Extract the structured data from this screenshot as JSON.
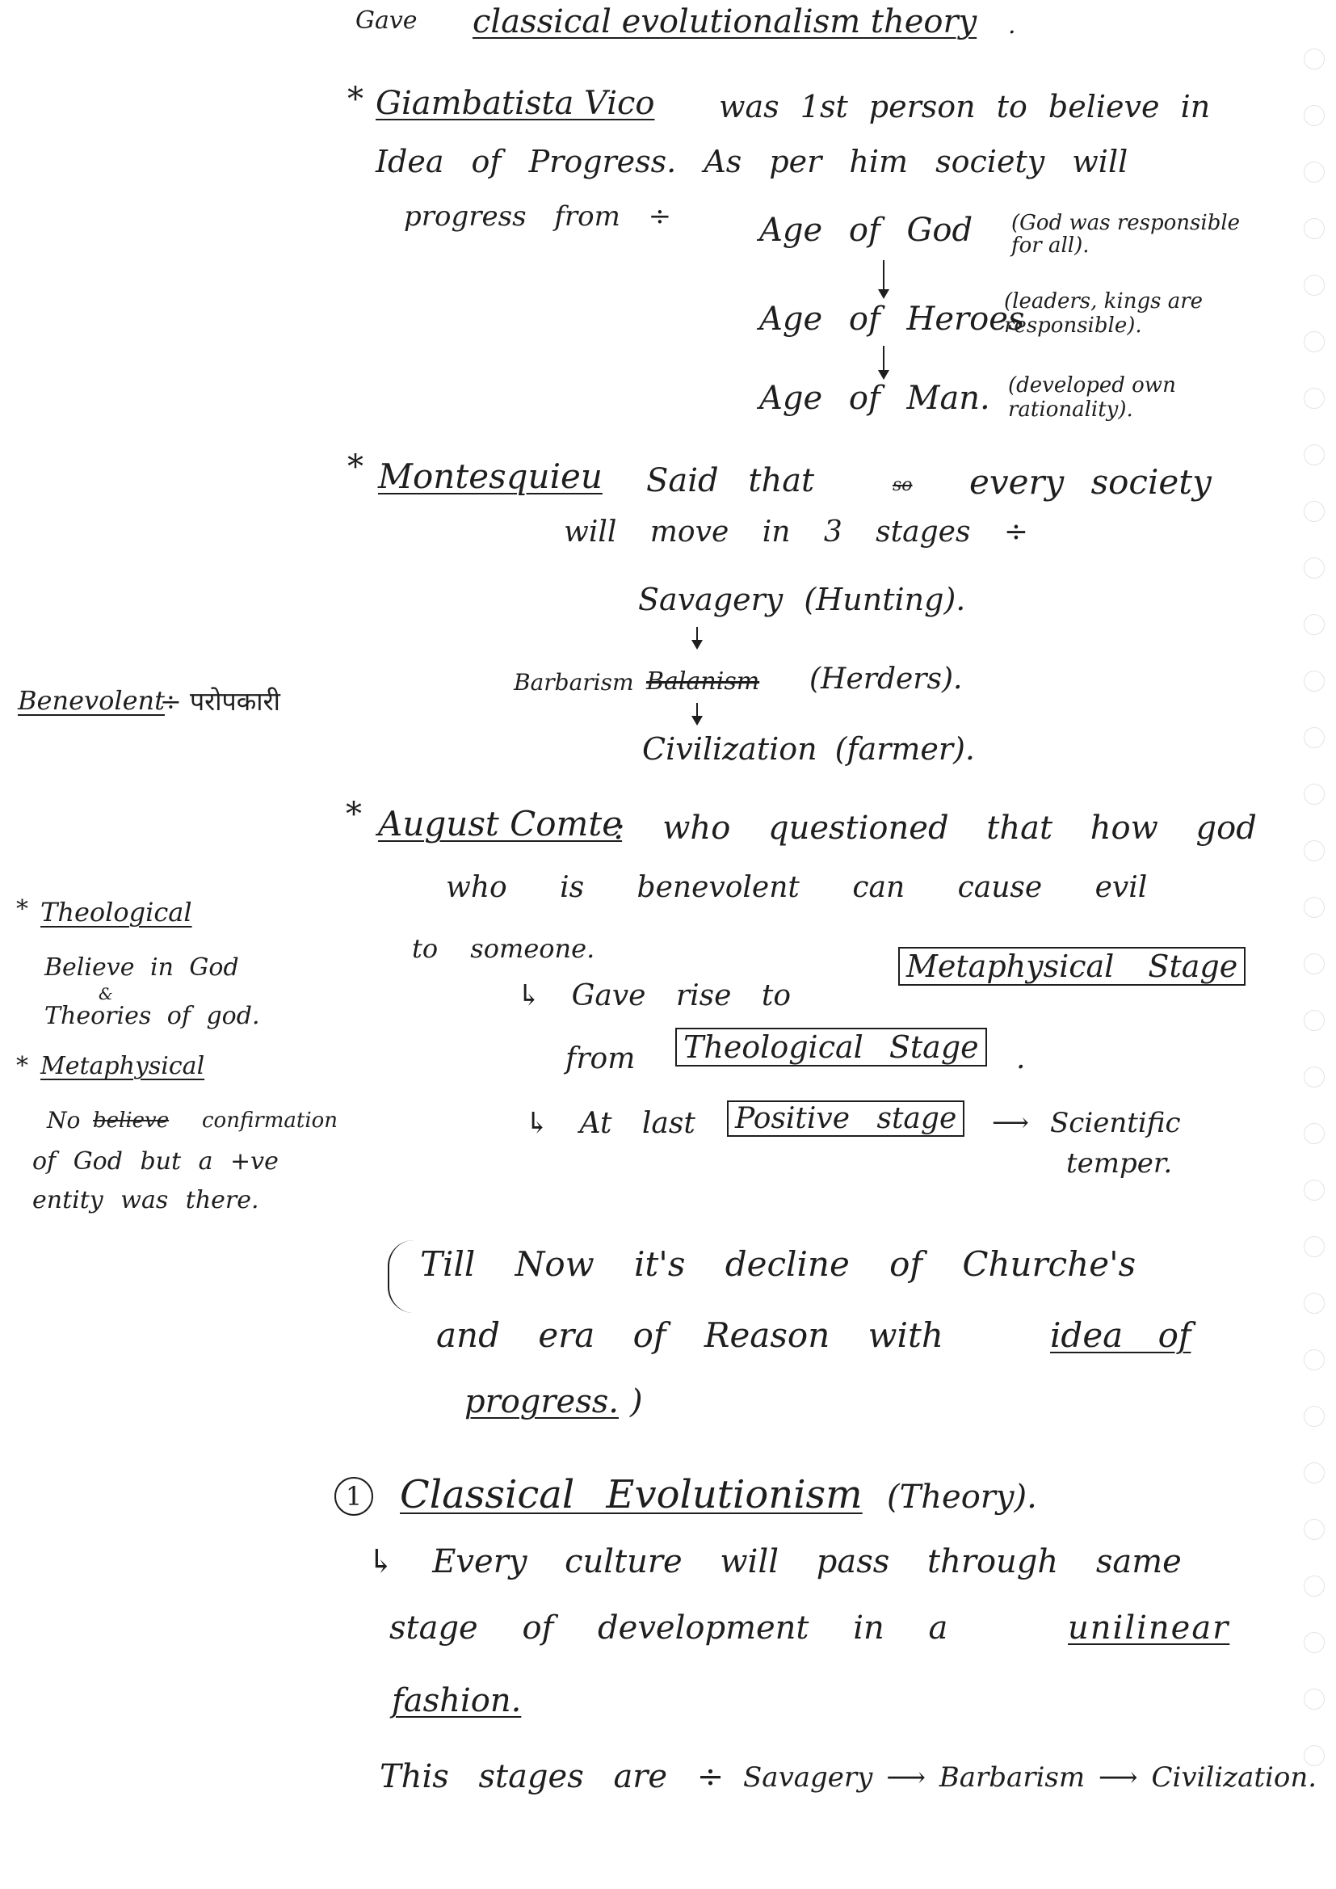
{
  "top": {
    "gave": "Gave",
    "title": "classical evolutionalism theory",
    "dot": "."
  },
  "vico": {
    "name": "Giambatista Vico",
    "l1": "was 1st person to believe in",
    "l2": "Idea of Progress. As per him society will",
    "l3": "progress from ÷",
    "age1": "Age of God",
    "age1_note": "(God was responsible for all).",
    "age2": "Age of Heroes",
    "age2_note": "(leaders, kings are responsible).",
    "age3": "Age of Man.",
    "age3_note": "(developed own rationality)."
  },
  "montesquieu": {
    "name": "Montesquieu",
    "l1a": "Said that",
    "l1_struck": "so",
    "l1b": "every society",
    "l2": "will move in 3 stages ÷",
    "s1": "Savagery (Hunting).",
    "s2_pre": "Barbarism",
    "s2_struck": "Balanism",
    "s2_post": "(Herders).",
    "s3": "Civilization (farmer)."
  },
  "margin": {
    "benevolent": "Benevolent",
    "benevolent_hindi": "÷ परोपकारी",
    "theological": "Theological",
    "believe_god": "Believe in God",
    "amp": "&",
    "theories": "Theories of god.",
    "metaphysical": "Metaphysical",
    "no": "No",
    "no_struck": "believe",
    "confirmation": "confirmation",
    "of_god": "of God but a +ve",
    "entity": "entity was there."
  },
  "comte": {
    "name": "August Comte",
    "l1": ": who questioned that how god",
    "l2": "who is benevolent can cause evil",
    "l3": "to someone.",
    "rise": "↳ Gave rise to",
    "meta_stage": "Metaphysical Stage",
    "from": "from",
    "theo_stage": "Theological Stage",
    "from_dot": ".",
    "atlast": "↳ At last",
    "pos_stage": "Positive stage",
    "scientific": "Scientific",
    "temper": "temper."
  },
  "note": {
    "l1": "Till Now it's decline of Churche's",
    "l2a": "and era of Reason with",
    "l2b": "idea of",
    "l3": "progress."
  },
  "section1": {
    "num": "1",
    "title": "Classical Evolutionism",
    "theory": "(Theory).",
    "l1": "↳ Every culture will pass through same",
    "l2a": "stage of development in a",
    "l2b": "unilinear",
    "l3": "fashion.",
    "stages_label": "This stages are ÷",
    "stages": "Savagery ⟶ Barbarism ⟶ Civilization."
  }
}
